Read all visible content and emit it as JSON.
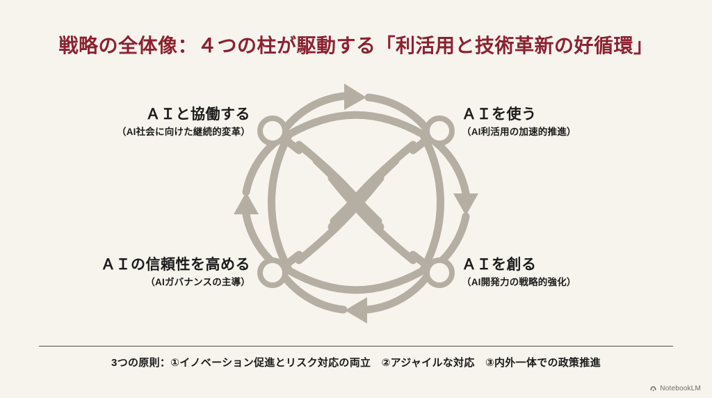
{
  "slide": {
    "title": "戦略の全体像：４つの柱が駆動する「利活用と技術革新の好循環」",
    "background_color": "#F7F4EE",
    "title_color": "#8B2230",
    "diagram_stroke_color": "#B5AEA3",
    "text_color": "#1B1B1B"
  },
  "pillars": [
    {
      "position": "top-left",
      "title": "ＡＩと協働する",
      "subtitle": "（AI社会に向けた継続的変革）"
    },
    {
      "position": "top-right",
      "title": "ＡＩを使う",
      "subtitle": "（AI利活用の加速的推進）"
    },
    {
      "position": "bottom-left",
      "title": "ＡＩの信頼性を高める",
      "subtitle": "（AIガバナンスの主導）"
    },
    {
      "position": "bottom-right",
      "title": "ＡＩを創る",
      "subtitle": "（AI開発力の戦略的強化）"
    }
  ],
  "diagram": {
    "type": "celtic-knot-cycle",
    "node_count": 4,
    "flow_direction": "clockwise",
    "arrow_positions": [
      "top",
      "right",
      "bottom",
      "left"
    ]
  },
  "footer": {
    "principles": "3つの原則：①イノベーション促進とリスク対応の両立　②アジャイルな対応　③内外一体での政策推進"
  },
  "watermark": {
    "label": "NotebookLM"
  }
}
